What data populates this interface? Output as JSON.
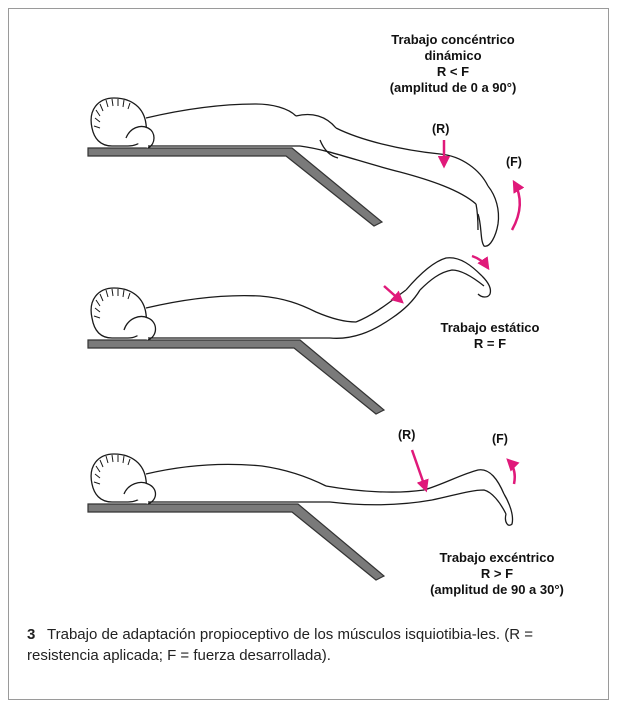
{
  "panels": [
    {
      "id": "concentric",
      "label_lines": [
        "Trabajo concéntrico",
        "dinámico",
        "R < F",
        "(amplitud de 0 a 90°)"
      ],
      "resistance_tag": "(R)",
      "force_tag": "(F)"
    },
    {
      "id": "static",
      "label_lines": [
        "Trabajo estático",
        "R = F"
      ]
    },
    {
      "id": "eccentric",
      "label_lines": [
        "Trabajo excéntrico",
        "R > F",
        "(amplitud de 90 a 30°)"
      ],
      "resistance_tag": "(R)",
      "force_tag": "(F)"
    }
  ],
  "caption": {
    "number": "3",
    "text": "Trabajo de adaptación propioceptivo de los músculos isquiotibia-les. (R = resistencia aplicada; F = fuerza desarrollada)."
  },
  "colors": {
    "arrow": "#e0197a",
    "table_top": "#5a5a5a",
    "table_fill": "#7a7a7a",
    "outline": "#1a1a1a"
  }
}
